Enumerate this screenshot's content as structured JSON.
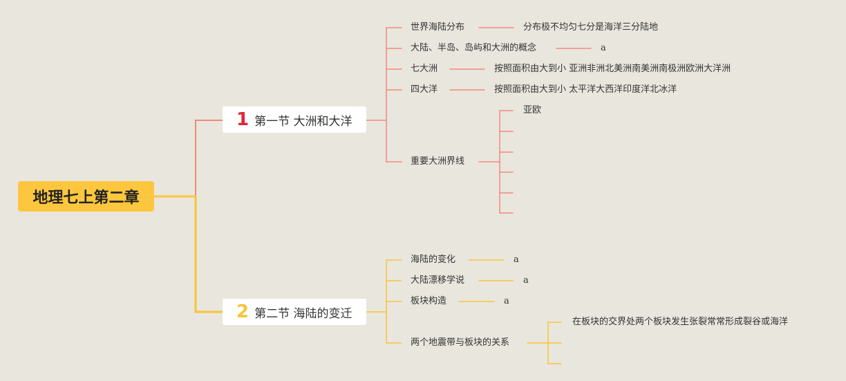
{
  "root": {
    "title": "地理七上第二章"
  },
  "colors": {
    "root_fill": "#fcc73e",
    "section1": "#f08a7c",
    "section2": "#f9c33a"
  },
  "section1": {
    "number": "1",
    "title": "第一节 大洲和大洋",
    "items": [
      {
        "label": "世界海陆分布",
        "detail": "分布极不均匀七分是海洋三分陆地"
      },
      {
        "label": "大陆、半岛、岛屿和大洲的概念",
        "detail": "a"
      },
      {
        "label": "七大洲",
        "detail": "按照面积由大到小 亚洲非洲北美洲南美洲南极洲欧洲大洋洲"
      },
      {
        "label": "四大洋",
        "detail": "按照面积由大到小 太平洋大西洋印度洋北冰洋"
      },
      {
        "label": "重要大洲界线",
        "sub": [
          "亚欧",
          "",
          "",
          "",
          "",
          ""
        ]
      }
    ]
  },
  "section2": {
    "number": "2",
    "title": "第二节 海陆的变迁",
    "items": [
      {
        "label": "海陆的变化",
        "detail": "a"
      },
      {
        "label": "大陆漂移学说",
        "detail": "a"
      },
      {
        "label": "板块构造",
        "detail": "a"
      },
      {
        "label": "两个地震带与板块的关系",
        "sub": [
          "在板块的交界处两个板块发生张裂常常形成裂谷或海洋",
          "",
          ""
        ]
      }
    ]
  }
}
